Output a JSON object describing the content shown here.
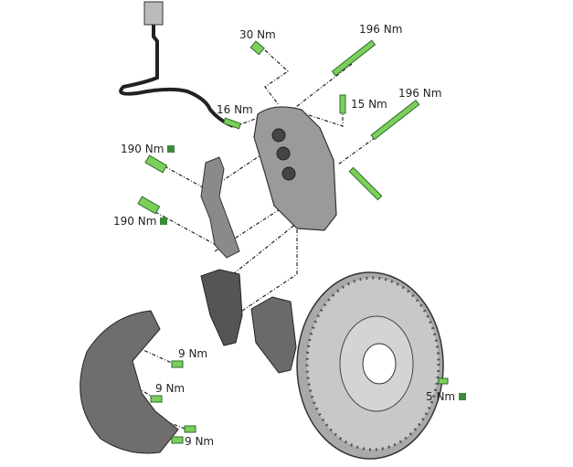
{
  "colors": {
    "bolt": "#7ccf5a",
    "part": "#8a8a8a",
    "dark_part": "#555555",
    "marker": "#3c8a3c",
    "hose": "#222222"
  },
  "labels": {
    "caliper_top_bolt": "30 Nm",
    "caliper_upper_long_bolt": "196 Nm",
    "bleeder_valve": "15 Nm",
    "caliper_lower_long_bolt": "196 Nm",
    "brake_hose_fitting": "16 Nm",
    "bracket_upper_bolt": "190 Nm",
    "bracket_lower_bolt": "190 Nm",
    "shield_bolt_1": "9 Nm",
    "shield_bolt_2": "9 Nm",
    "shield_bolt_3": "9 Nm",
    "disc_screw": "5 Nm"
  },
  "markers": {
    "bracket_upper_bolt": "square",
    "bracket_lower_bolt": "square",
    "disc_screw": "square"
  }
}
